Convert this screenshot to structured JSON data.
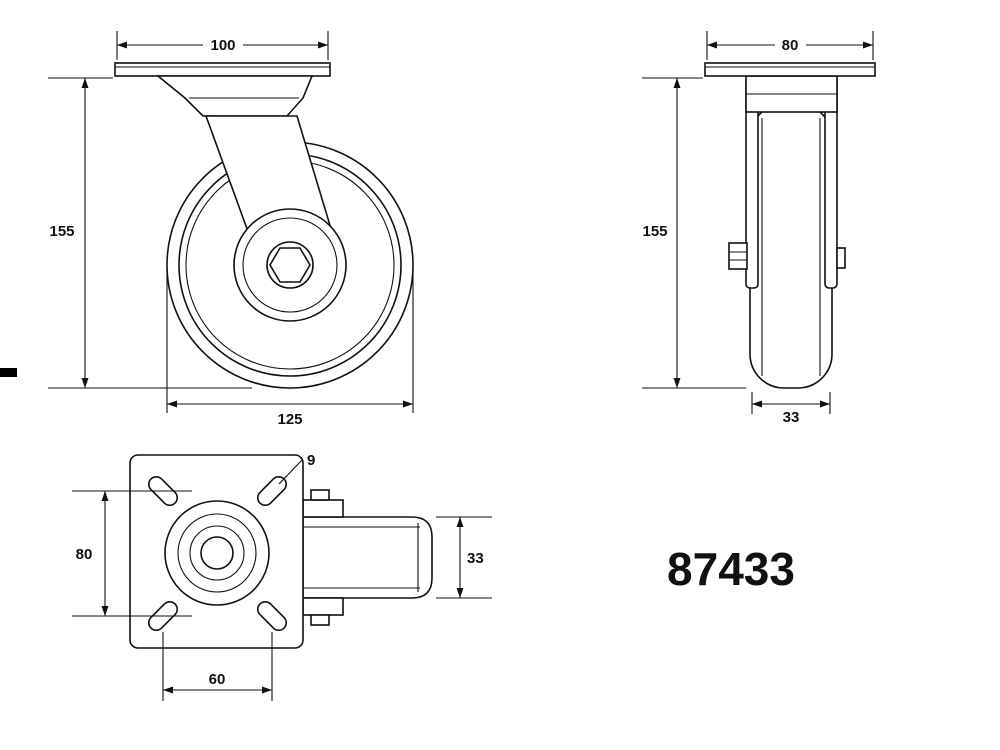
{
  "colors": {
    "line": "#111111",
    "background": "#ffffff"
  },
  "part_number": "87433",
  "front_view": {
    "plate_width": "100",
    "overall_height": "155",
    "wheel_diameter": "125"
  },
  "side_view": {
    "plate_depth": "80",
    "overall_height": "155",
    "wheel_width": "33"
  },
  "top_view": {
    "bolt_hole_spacing_depth": "80",
    "bolt_hole_spacing_width": "60",
    "bolt_hole_diameter": "9",
    "wheel_width": "33"
  }
}
